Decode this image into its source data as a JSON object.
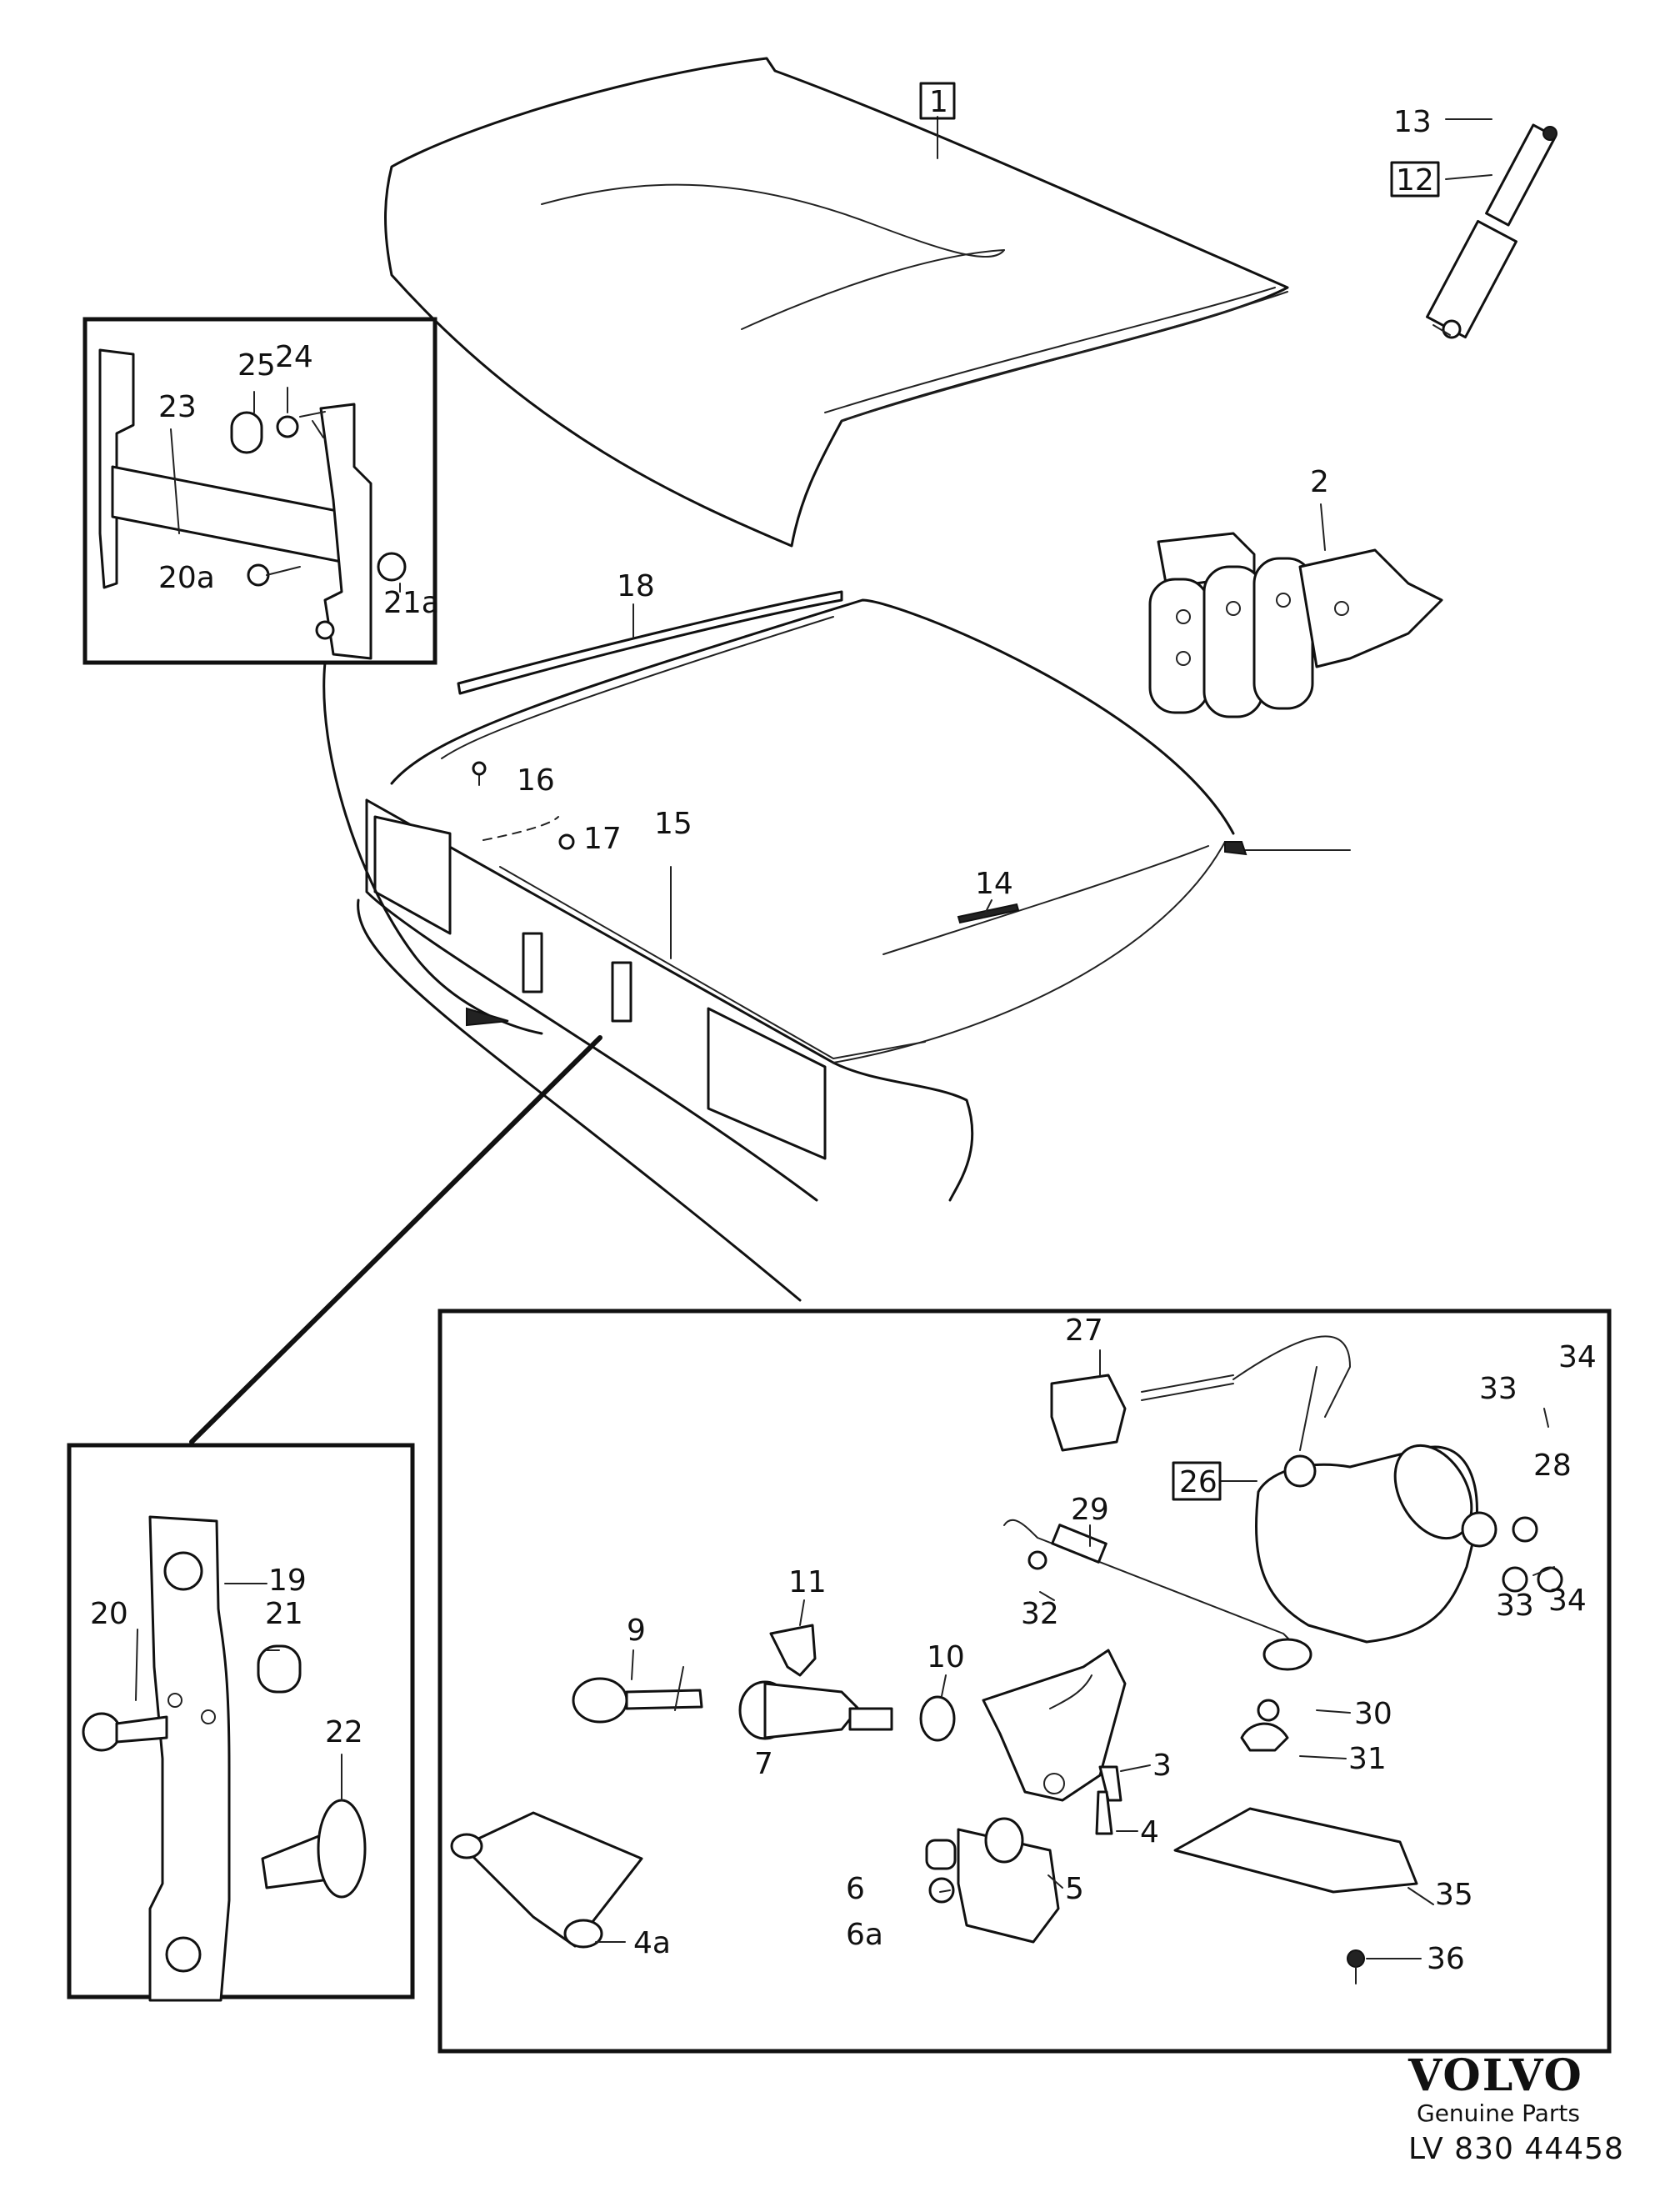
{
  "labels": {
    "l1": "1",
    "l2": "2",
    "l3": "3",
    "l4": "4",
    "l4a": "4a",
    "l5": "5",
    "l6": "6",
    "l6a": "6a",
    "l7": "7",
    "l9": "9",
    "l10": "10",
    "l11": "11",
    "l12": "12",
    "l13": "13",
    "l14": "14",
    "l15": "15",
    "l16": "16",
    "l17": "17",
    "l18": "18",
    "l19": "19",
    "l20": "20",
    "l20a": "20a",
    "l21": "21",
    "l21a": "21a",
    "l22": "22",
    "l23": "23",
    "l24": "24",
    "l25": "25",
    "l26": "26",
    "l27": "27",
    "l28": "28",
    "l29": "29",
    "l30": "30",
    "l31": "31",
    "l32": "32",
    "l33a": "33",
    "l33b": "33",
    "l34a": "34",
    "l34b": "34",
    "l35": "35",
    "l36": "36"
  },
  "footer": {
    "brand": "VOLVO",
    "tagline": "Genuine Parts",
    "code": "LV 830 44458"
  }
}
